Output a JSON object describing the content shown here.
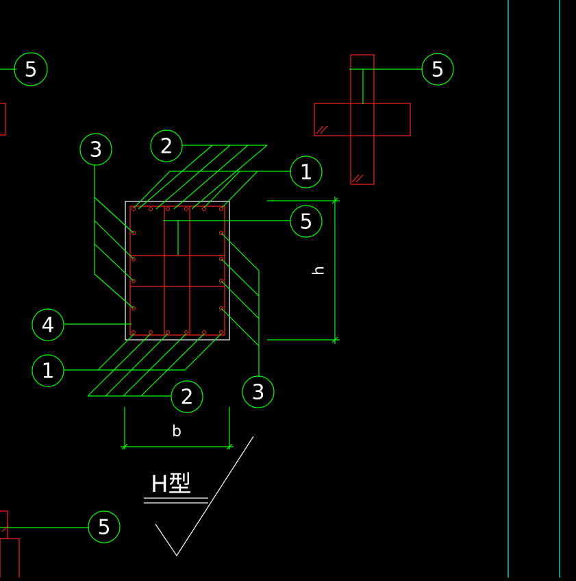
{
  "drawing": {
    "title": "H型",
    "callouts": [
      {
        "id": "top-left-5",
        "label": "5"
      },
      {
        "id": "top-right-5",
        "label": "5"
      },
      {
        "id": "left-3",
        "label": "3"
      },
      {
        "id": "top-2",
        "label": "2"
      },
      {
        "id": "right-1",
        "label": "1"
      },
      {
        "id": "right-5",
        "label": "5"
      },
      {
        "id": "left-4",
        "label": "4"
      },
      {
        "id": "left-1",
        "label": "1"
      },
      {
        "id": "bottom-2",
        "label": "2"
      },
      {
        "id": "bottom-right-3",
        "label": "3"
      },
      {
        "id": "bottom-left-5",
        "label": "5"
      }
    ],
    "dimensions": {
      "width_label": "b",
      "height_label": "h"
    },
    "colors": {
      "background": "#000000",
      "rebar": "#ff2020",
      "leader": "#00ff00",
      "outline": "#ffffff",
      "border": "#00ffff"
    }
  }
}
